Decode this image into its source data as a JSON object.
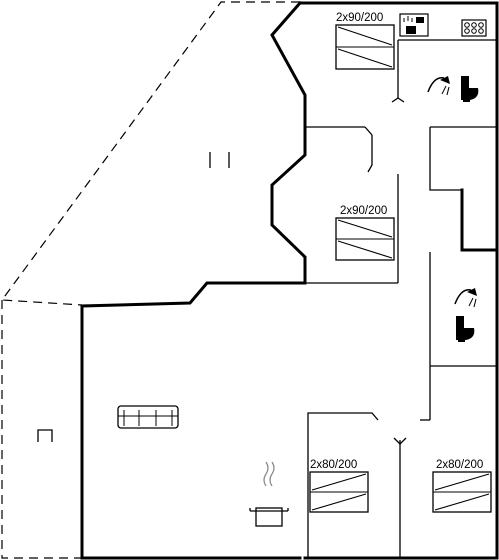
{
  "beds": [
    {
      "id": "bed-1",
      "label": "2x90/200"
    },
    {
      "id": "bed-2",
      "label": "2x90/200"
    },
    {
      "id": "bed-3",
      "label": "2x80/200"
    },
    {
      "id": "bed-4",
      "label": "2x80/200"
    }
  ],
  "icons": {
    "toilet": "toilet-icon",
    "shower": "shower-icon",
    "sofa": "sofa-icon",
    "stove": "cooking-pot-icon",
    "washer": "washing-machine-icon",
    "stove_top": "stove-top-icon"
  }
}
